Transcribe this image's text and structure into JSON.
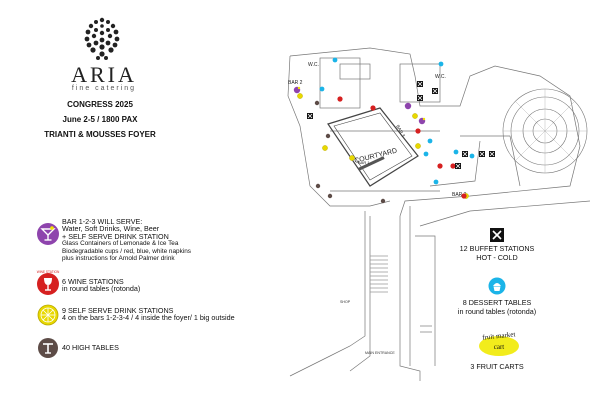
{
  "brand": {
    "name": "ARIA",
    "tagline": "fine catering"
  },
  "event": {
    "name": "CONGRESS 2025",
    "dates": "June 2-5 / 1800 PAX",
    "venue": "TRIANTI & MOUSSES FOYER"
  },
  "colors": {
    "bar": "#8e44ad",
    "bar_dot": "#f2e200",
    "wine": "#d62020",
    "self_serve": "#e8d800",
    "high_table": "#5d4c47",
    "dessert": "#1bb4e8",
    "buffet": "#111111",
    "fruit_cart": "#f2ec1c"
  },
  "legend": {
    "bars": {
      "icon": "cocktail-glass-icon",
      "title": "BAR 1-2-3 WILL SERVE:",
      "line1": "Water, Soft Drinks, Wine, Beer",
      "line2": "+ SELF SERVE DRINK STATION",
      "note1": "Glass Containers of Lemonade & Ice Tea",
      "note2": "Biodegradable cups / red, blue, white napkins",
      "note3": "plus instructions for Arnold Palmer drink"
    },
    "wine": {
      "icon": "wine-glass-icon",
      "icon_label": "WINE STATION",
      "title": "6 WINE STATIONS",
      "line1": "in round tables (rotonda)"
    },
    "self_serve": {
      "icon": "lemon-slice-icon",
      "title": "9 SELF SERVE DRINK STATIONS",
      "line1": "4 on the bars 1-2-3-4 / 4 inside the foyer/ 1 big outside"
    },
    "high_tables": {
      "icon": "high-table-icon",
      "title": "40  HIGH TABLES"
    },
    "buffet": {
      "icon": "crossed-utensils-icon",
      "title": "12 BUFFET STATIONS",
      "line1": "HOT - COLD"
    },
    "dessert": {
      "icon": "cupcake-icon",
      "title": "8 DESSERT TABLES",
      "line1": "in round tables (rotonda)"
    },
    "fruit": {
      "icon_text1": "fruit market",
      "icon_text2": "cart",
      "title": "3 FRUIT CARTS"
    }
  },
  "map": {
    "courtyard": "COURTYARD",
    "bars": [
      "BAR 1",
      "BAR 2",
      "BAR 3"
    ],
    "wc": [
      "W.C.",
      "W.C."
    ],
    "shop": "SHOP",
    "main_entrance": "MAIN ENTRANCE"
  }
}
